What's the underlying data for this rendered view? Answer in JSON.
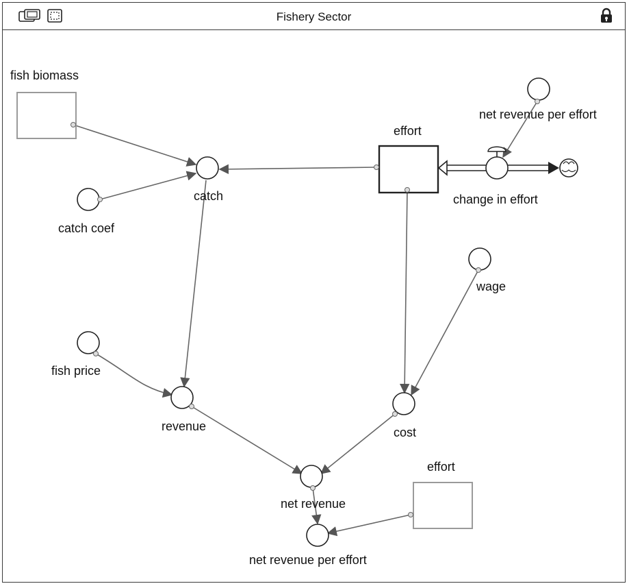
{
  "window": {
    "title": "Fishery Sector"
  },
  "toolbar": {
    "left_icons": [
      "pages-icon",
      "selection-icon"
    ],
    "right_icon": "lock-icon"
  },
  "diagram": {
    "stocks": {
      "fish_biomass": "fish biomass",
      "effort": "effort",
      "effort_ghost": "effort"
    },
    "flows": {
      "change_in_effort": "change in effort"
    },
    "converters": {
      "catch": "catch",
      "catch_coef": "catch coef",
      "net_revenue_per_effort_top": "net revenue per effort",
      "wage": "wage",
      "fish_price": "fish price",
      "revenue": "revenue",
      "cost": "cost",
      "net_revenue": "net revenue",
      "net_revenue_per_effort": "net revenue per effort"
    }
  },
  "colors": {
    "connector": "#666666",
    "stock_active": "#222222",
    "stock_ghost": "#9a9a9a",
    "text": "#111111"
  }
}
